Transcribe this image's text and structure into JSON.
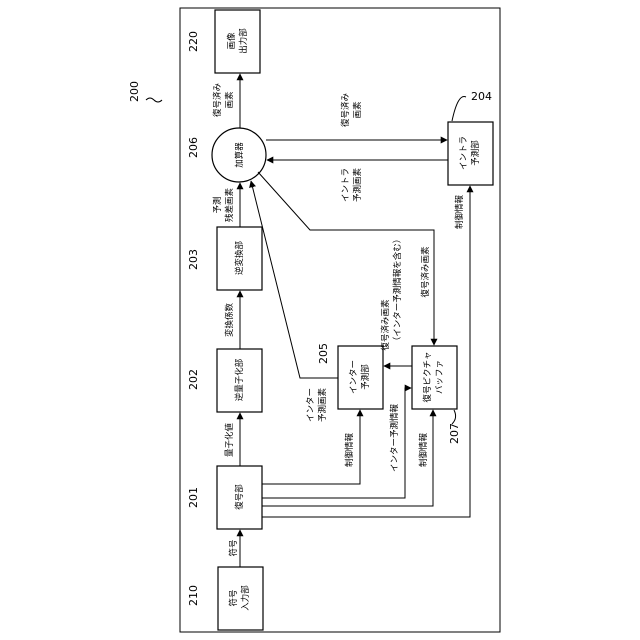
{
  "system_ref": "200",
  "blocks": {
    "b210": {
      "ref": "210",
      "line1": "符号",
      "line2": "入力部"
    },
    "b201": {
      "ref": "201",
      "text": "復号部"
    },
    "b202": {
      "ref": "202",
      "text": "逆量子化部"
    },
    "b203": {
      "ref": "203",
      "text": "逆変換部"
    },
    "b206": {
      "ref": "206",
      "text": "加算器"
    },
    "b220": {
      "ref": "220",
      "line1": "画像",
      "line2": "出力部"
    },
    "b205": {
      "ref": "205",
      "line1": "インター",
      "line2": "予測部"
    },
    "b207": {
      "ref": "207",
      "line1": "復号ピクチャ",
      "line2": "バッファ"
    },
    "b204": {
      "ref": "204",
      "line1": "イントラ",
      "line2": "予測部"
    }
  },
  "signals": {
    "code": "符号",
    "quant": "量子化値",
    "coef": "変換係数",
    "resid1": "予測",
    "resid2": "残差画素",
    "out1": "復号済み",
    "out2": "画素",
    "toIntra1": "復号済み",
    "toIntra2": "画素",
    "intraPix1": "イントラ",
    "intraPix2": "予測画素",
    "ctrl204": "制御情報",
    "ctrl205": "制御情報",
    "interInfo": "インター予測情報",
    "ctrl207": "制御情報",
    "interPix1": "インター",
    "interPix2": "予測画素",
    "toDpb": "復号済み画素",
    "dpbToInter1": "復号済み画素",
    "dpbToInter2": "（インター予測情報を含む）"
  }
}
